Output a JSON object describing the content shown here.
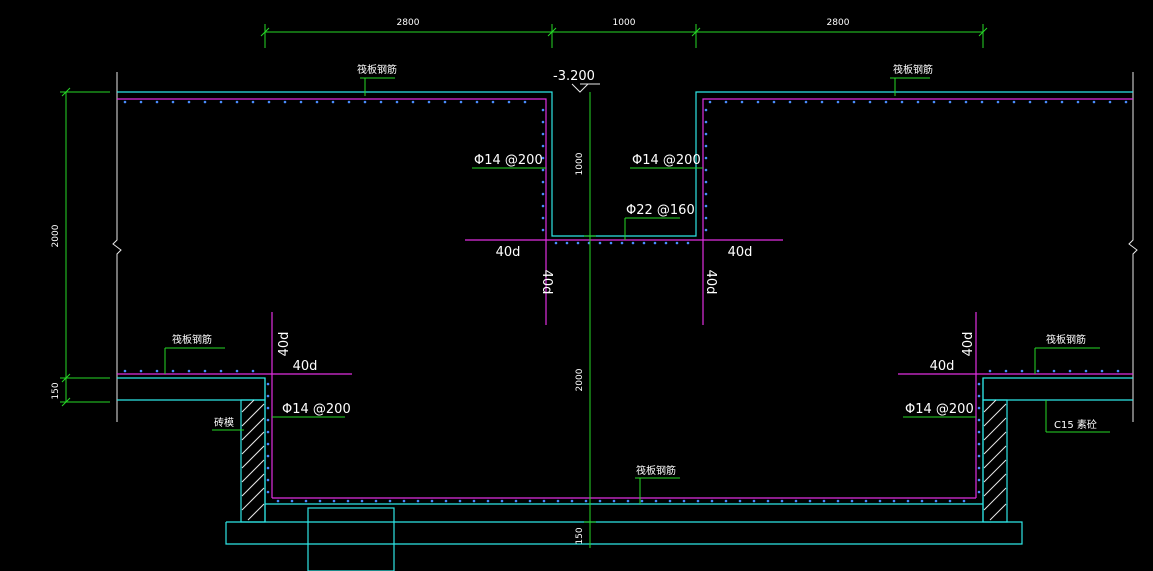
{
  "dimensions": {
    "top_left": "2800",
    "top_middle": "1000",
    "top_right": "2800",
    "left_height": "2000",
    "left_slab": "150",
    "pit_depth": "1000",
    "center_height": "2000",
    "bottom_slab": "150"
  },
  "elevation": "-3.200",
  "labels": {
    "raft_rebar": "筏板钢筋",
    "brick_mold": "砖模",
    "c15_bedding": "C15 素砼",
    "rebar_phi14": "Φ14 @200",
    "rebar_phi22": "Φ22 @160",
    "anchor_40d": "40d"
  },
  "colors": {
    "concrete_outline": "#2ee6e6",
    "rebar": "#e02fe0",
    "dimension_line": "#26d826",
    "rebar_dots": "#4a8cff",
    "background": "#000000"
  }
}
